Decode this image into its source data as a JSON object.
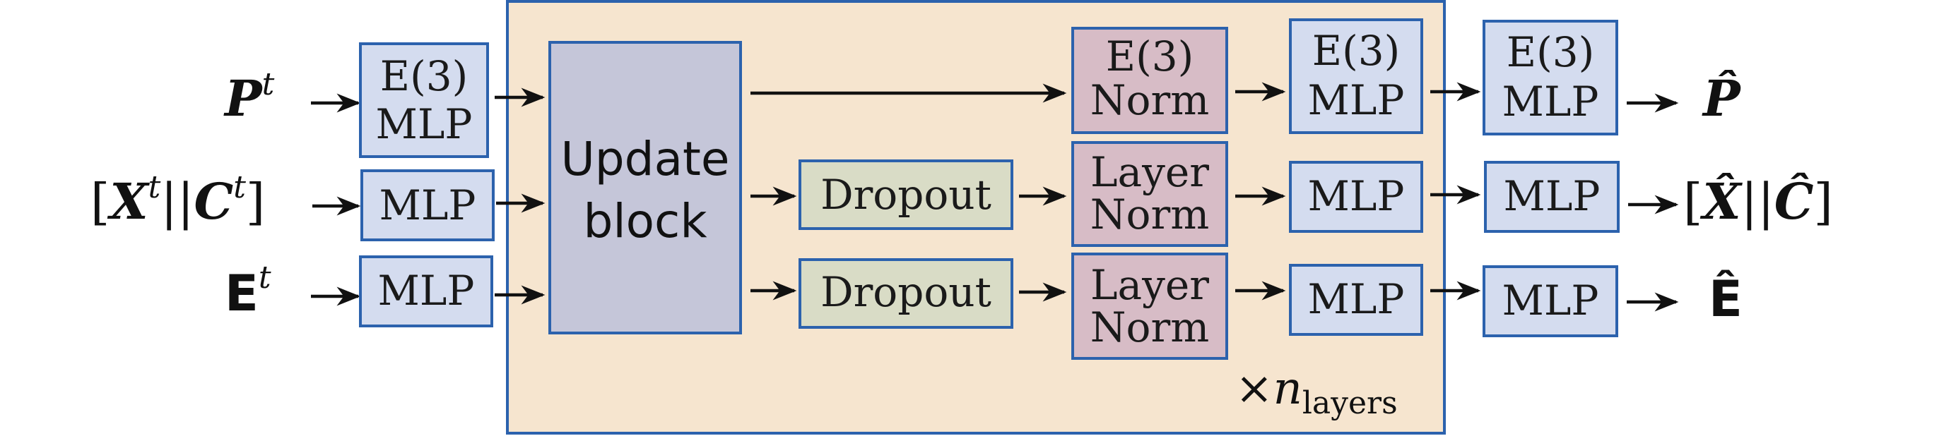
{
  "inputs": {
    "p": {
      "base": "P",
      "sup": "t"
    },
    "xc": {
      "open": "[",
      "x": "X",
      "x_sup": "t",
      "sep": "||",
      "c": "C",
      "c_sup": "t",
      "close": "]"
    },
    "e": {
      "base": "E",
      "sup": "t"
    }
  },
  "input_mlps": {
    "p": {
      "line1": "E(3)",
      "line2": "MLP"
    },
    "xc": {
      "label": "MLP"
    },
    "e": {
      "label": "MLP"
    }
  },
  "layer": {
    "update_block": {
      "line1": "Update",
      "line2": "block"
    },
    "dropout_1": "Dropout",
    "dropout_2": "Dropout",
    "e3_norm": {
      "line1": "E(3)",
      "line2": "Norm"
    },
    "layer_norm_1": {
      "line1": "Layer",
      "line2": "Norm"
    },
    "layer_norm_2": {
      "line1": "Layer",
      "line2": "Norm"
    },
    "inner_mlp_p": {
      "line1": "E(3)",
      "line2": "MLP"
    },
    "inner_mlp_xc": "MLP",
    "inner_mlp_e": "MLP",
    "repeat": {
      "times": "×",
      "n": "n",
      "sub": "layers"
    }
  },
  "output_mlps": {
    "p": {
      "line1": "E(3)",
      "line2": "MLP"
    },
    "xc": "MLP",
    "e": "MLP"
  },
  "outputs": {
    "p": "P̂",
    "xc": {
      "open": "[",
      "x": "X̂",
      "sep": "||",
      "c": "Ĉ",
      "close": "]"
    },
    "e": "Ê"
  }
}
